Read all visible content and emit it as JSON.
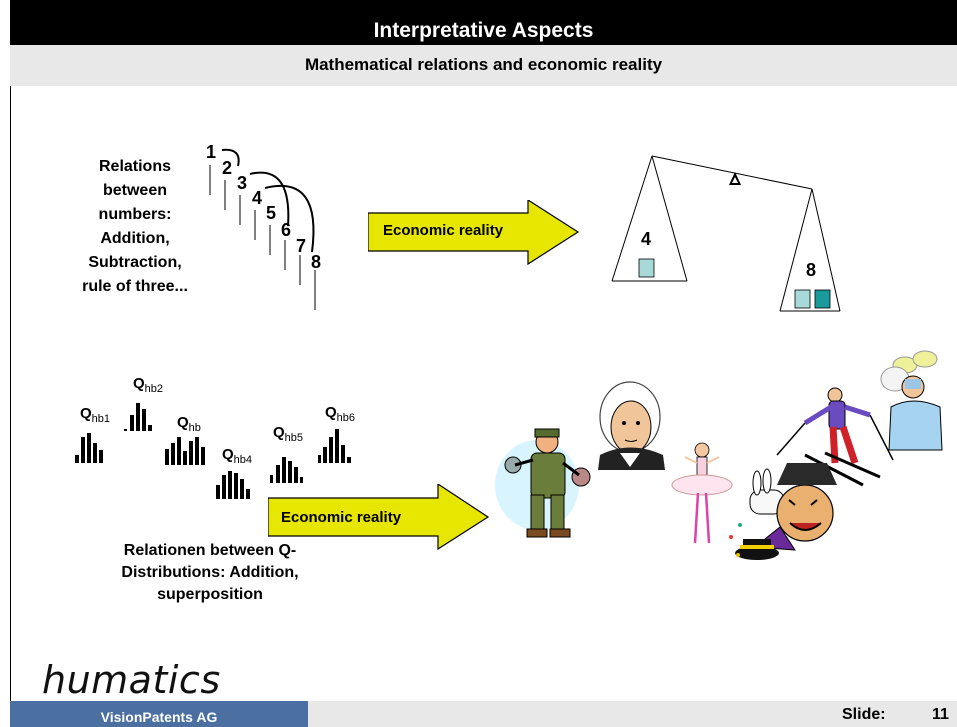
{
  "header": {
    "title": "Interpretative Aspects",
    "subtitle": "Mathematical relations and economic reality"
  },
  "relations": {
    "text_lines": [
      "Relations",
      "between",
      "numbers:",
      "Addition,",
      "Subtraction,",
      "rule of three..."
    ],
    "numbers": [
      "1",
      "2",
      "3",
      "4",
      "5",
      "6",
      "7",
      "8"
    ]
  },
  "arrow_top": {
    "label": "Economic reality",
    "color": "#e6e600"
  },
  "balance": {
    "left_value": "4",
    "right_value": "8",
    "box_color_light": "#a8d8d8",
    "box_color_dark": "#1a9a9a"
  },
  "distributions": {
    "labels": [
      {
        "q": "Q",
        "sub": "hb1"
      },
      {
        "q": "Q",
        "sub": "hb2"
      },
      {
        "q": "Q",
        "sub": "hb"
      },
      {
        "q": "Q",
        "sub": "hb4"
      },
      {
        "q": "Q",
        "sub": "hb5"
      },
      {
        "q": "Q",
        "sub": "hb6"
      }
    ],
    "text_lines": [
      "Relationen between Q-",
      "Distributions: Addition,",
      "superposition"
    ]
  },
  "arrow_bottom": {
    "label": "Economic reality",
    "color": "#e6e600"
  },
  "clipart": [
    "mechanic-figure",
    "washington-portrait",
    "ballerina-figure",
    "skier-figure",
    "surgeon-figure",
    "magician-figure"
  ],
  "footer": {
    "logo": "humatics",
    "company": "VisionPatents AG",
    "slide_label": "Slide:",
    "slide_number": "11"
  }
}
